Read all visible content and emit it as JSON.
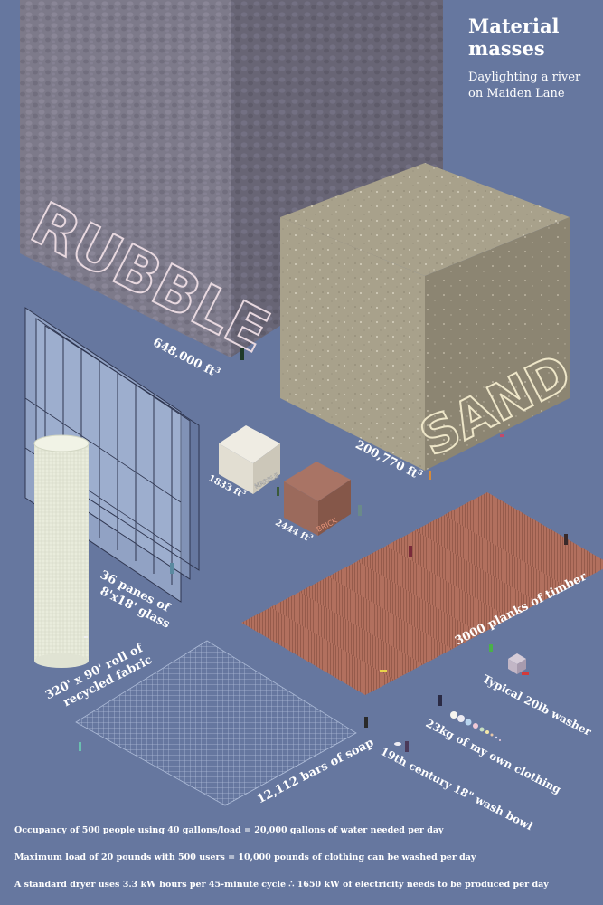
{
  "header": {
    "title_line1": "Material",
    "title_line2": "masses",
    "subtitle_line1": "Daylighting a river",
    "subtitle_line2": "on Maiden Lane"
  },
  "labels": {
    "rubble_word": "RUBBLE",
    "rubble_volume": "648,000 ft",
    "rubble_unit_sup": "3",
    "sand_word": "SAND",
    "sand_volume": "200,770 ft",
    "sand_unit_sup": "3",
    "marble_word": "MARBLE",
    "marble_volume": "1833 ft",
    "marble_unit_sup": "3",
    "brick_word": "BRICK",
    "brick_volume": "2444 ft",
    "brick_unit_sup": "3",
    "glass_line1": "36 panes of",
    "glass_line2": "8'x18' glass",
    "fabric_line1": "320' x 90' roll of",
    "fabric_line2": "recycled fabric",
    "soap": "12,112 bars of soap",
    "timber": "3000 planks of timber",
    "washer": "Typical 20lb washer",
    "clothing": "23kg of my own clothing",
    "washbowl": "19th century 18\" wash bowl"
  },
  "footnotes": [
    "Occupancy of 500 people using 40 gallons/load = 20,000 gallons of water needed per day",
    "Maximum load of 20 pounds with 500 users = 10,000 pounds of clothing can be washed per day",
    "A standard dryer uses 3.3 kW hours per 45-minute cycle ∴ 1650 kW of electricity needs to be produced per day"
  ],
  "colors": {
    "background": "#66779f",
    "rubble": "#7d7a8a",
    "sand": "#a49d88",
    "marble": "#e2ded2",
    "brick": "#9b6a5c",
    "timber": "#b0705e",
    "glass": "#b4c6e2"
  }
}
